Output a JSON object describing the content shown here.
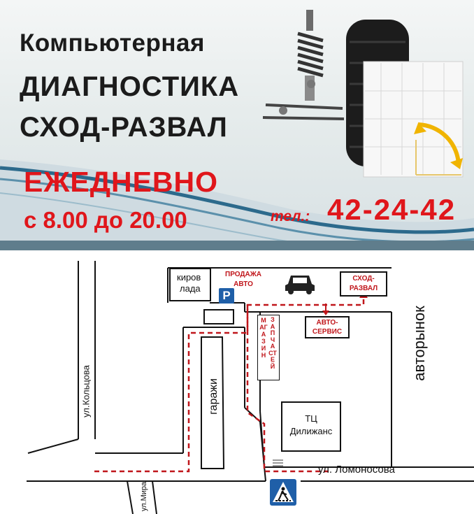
{
  "banner": {
    "line1": "Компьютерная",
    "line2": "ДИАГНОСТИКА",
    "line3": "СХОД-РАЗВАЛ",
    "line4": "ЕЖЕДНЕВНО",
    "line5": "с 8.00 до 20.00",
    "phone_label": "тел.:",
    "phone": "42-24-42",
    "colors": {
      "accent_red": "#e0161b",
      "text_dark": "#1b1b1b",
      "wave_blue": "#2c6a8c"
    },
    "graphic": "wheel-suspension-illustration"
  },
  "map": {
    "kirov_lada": [
      "киров",
      "лада"
    ],
    "parking": "P",
    "sales_label": [
      "ПРОДАЖА",
      "АВТО"
    ],
    "alignment_label": [
      "СХОД-",
      "РАЗВАЛ"
    ],
    "autoservice_label": [
      "АВТО-",
      "СЕРВИС"
    ],
    "parts_shop": [
      "МАГАЗИН",
      "ЗАПЧАСТЕЙ"
    ],
    "garages": "гаражи",
    "mall": [
      "ТЦ",
      "Дилижанс"
    ],
    "car_market": "авторынок",
    "street_koltsova": "ул.Кольцова",
    "street_lomonosova": "ул. Ломоносова",
    "street_mira": "ул.Мира",
    "icons": [
      "car-icon",
      "pedestrian-crossing-icon",
      "arrow-down-icon"
    ]
  }
}
